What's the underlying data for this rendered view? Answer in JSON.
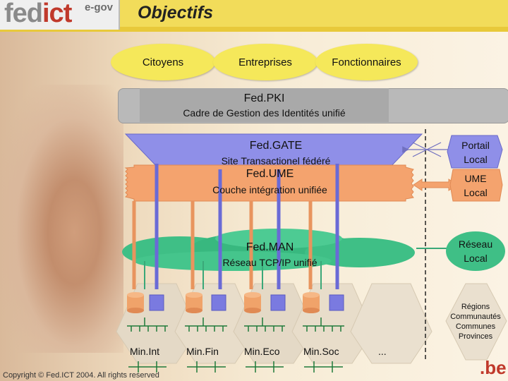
{
  "header": {
    "logo_fed": "fed",
    "logo_ict": "ict",
    "logo_egov": "e-gov",
    "title": "Objectifs"
  },
  "audiences": [
    "Citoyens",
    "Entreprises",
    "Fonctionnaires"
  ],
  "layers": {
    "pki": {
      "name": "Fed.PKI",
      "desc": "Cadre de Gestion des Identités unifié"
    },
    "gate": {
      "name": "Fed.GATE",
      "desc": "Site Transactionel fédéré"
    },
    "ume": {
      "name": "Fed.UME",
      "desc": "Couche intégration unifiée"
    },
    "man": {
      "name": "Fed.MAN",
      "desc": "Réseau TCP/IP unifié"
    }
  },
  "side": {
    "portail_1": "Portail",
    "portail_2": "Local",
    "ume_1": "UME",
    "ume_2": "Local",
    "reseau_1": "Réseau",
    "reseau_2": "Local",
    "regions": [
      "Régions",
      "Communautés",
      "Communes",
      "Provinces"
    ]
  },
  "ministries": [
    "Min.Int",
    "Min.Fin",
    "Min.Eco",
    "Min.Soc",
    "..."
  ],
  "footer": {
    "copyright": "Copyright © Fed.ICT 2004. All rights reserved",
    "be": ".be"
  },
  "colors": {
    "topbar": "#f2dc5a",
    "pki": "#b9b9b9",
    "gate": "#8f8fe8",
    "ume": "#f4a36e",
    "man": "#3fbf86",
    "ministry": "#e4d9c6",
    "cylinder": "#f0a36a",
    "router": "#7a7ae0"
  }
}
